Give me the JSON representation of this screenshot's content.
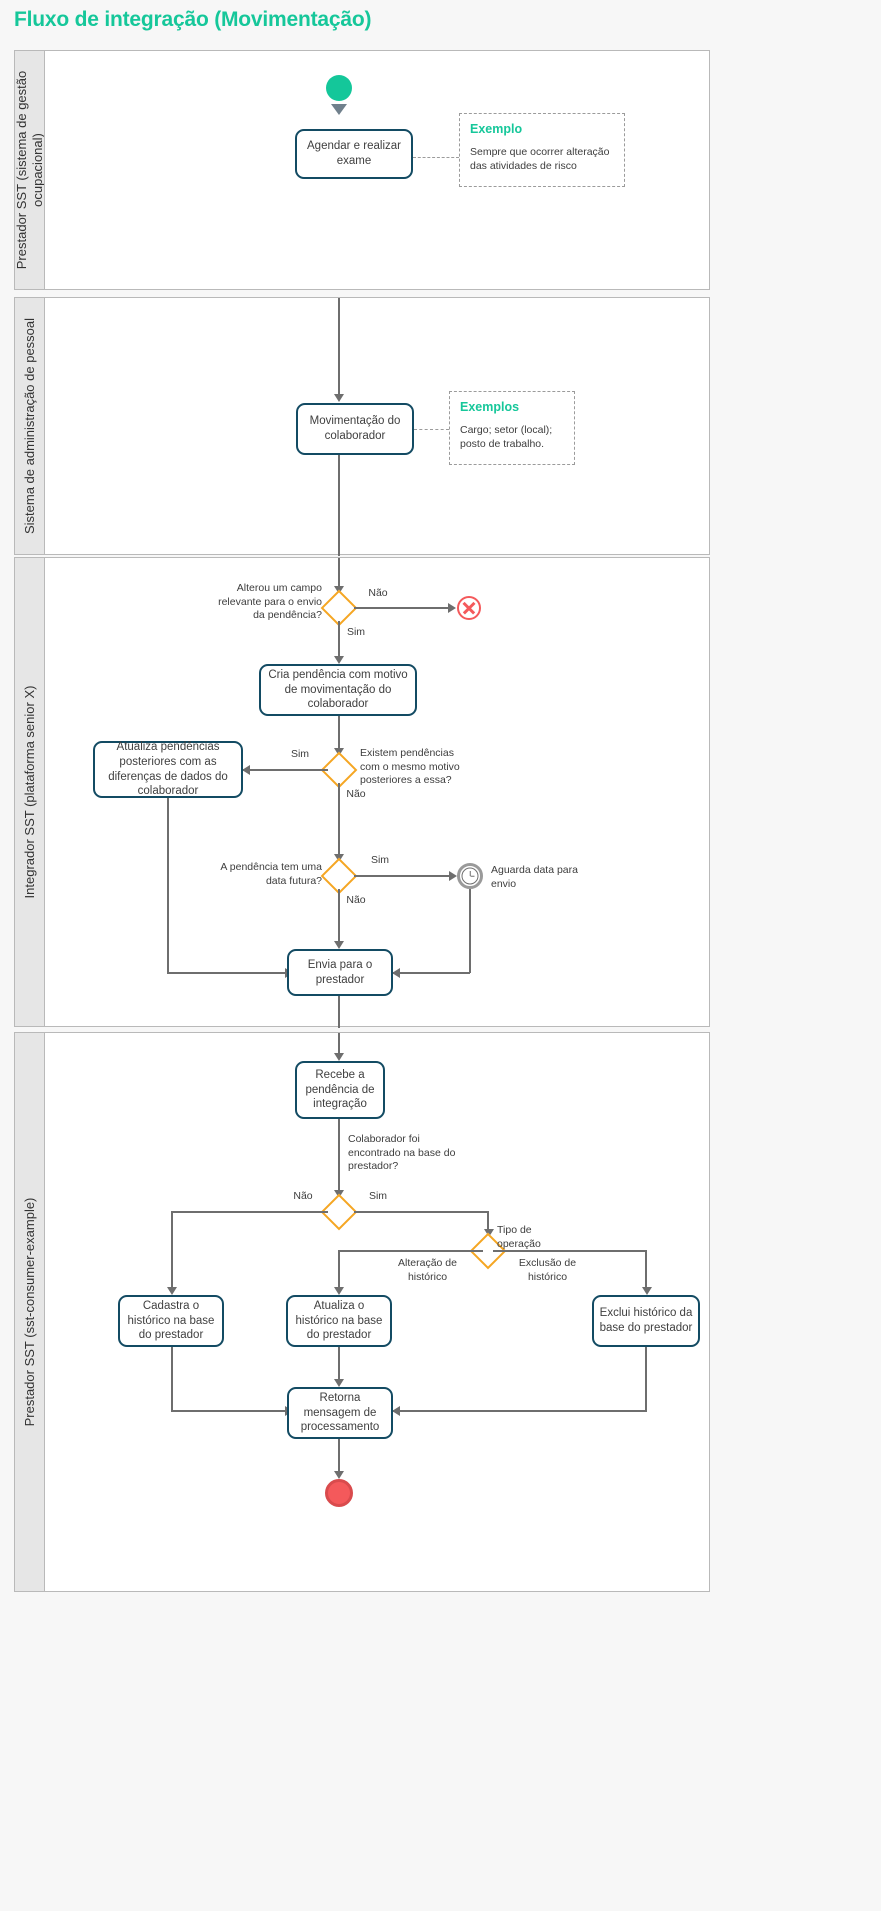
{
  "title": "Fluxo de integração (Movimentação)",
  "colors": {
    "accent": "#16c79a",
    "task_border": "#134b63",
    "gateway": "#f5a623",
    "end_event": "#f4595b",
    "connector": "#6e6e6e",
    "lane_header_bg": "#e6e6e6"
  },
  "lanes": [
    {
      "id": "lane-prestador-sst-sistema",
      "label": "Prestador SST (sistema de gestão ocupacional)"
    },
    {
      "id": "lane-sistema-administracao-pessoal",
      "label": "Sistema de administração de pessoal"
    },
    {
      "id": "lane-integrador-sst",
      "label": "Integrador SST (plataforma senior X)"
    },
    {
      "id": "lane-prestador-sst-consumer",
      "label": "Prestador SST (sst-consumer-example)"
    }
  ],
  "lane1": {
    "start_event": "start-event",
    "task_exame": "Agendar e realizar exame",
    "note": {
      "title": "Exemplo",
      "body": "Sempre que ocorrer alteração das atividades de risco"
    }
  },
  "lane2": {
    "task_movimentacao": "Movimentação do colaborador",
    "note": {
      "title": "Exemplos",
      "body": "Cargo; setor (local); posto de trabalho."
    }
  },
  "lane3": {
    "gw_alterou_label": "Alterou um campo relevante para o envio da pendência?",
    "gw_alterou_nao": "Não",
    "gw_alterou_sim": "Sim",
    "terminate_event": "terminate-end-event",
    "task_cria_pendencia": "Cria pendência com motivo de movimentação do colaborador",
    "gw_existem_label": "Existem pendências com o mesmo motivo posteriores a essa?",
    "gw_existem_sim": "Sim",
    "gw_existem_nao": "Não",
    "task_atualiza_pendencias": "Atualiza pendências posteriores com as diferenças de dados do colaborador",
    "gw_data_futura_label": "A pendência tem uma data futura?",
    "gw_data_futura_sim": "Sim",
    "gw_data_futura_nao": "Não",
    "timer_label": "Aguarda data para envio",
    "task_envia": "Envia para o prestador"
  },
  "lane4": {
    "task_recebe": "Recebe a pendência de integração",
    "gw_colaborador_label": "Colaborador foi encontrado na base do prestador?",
    "gw_colaborador_nao": "Não",
    "gw_colaborador_sim": "Sim",
    "gw_tipo_label": "Tipo de operação",
    "gw_tipo_alteracao": "Alteração de histórico",
    "gw_tipo_exclusao": "Exclusão de histórico",
    "task_cadastra": "Cadastra o histórico na base do prestador",
    "task_atualiza": "Atualiza o histórico na base do prestador",
    "task_exclui": "Exclui histórico da base do prestador",
    "task_retorna": "Retorna mensagem de processamento",
    "end_event": "end-event"
  }
}
